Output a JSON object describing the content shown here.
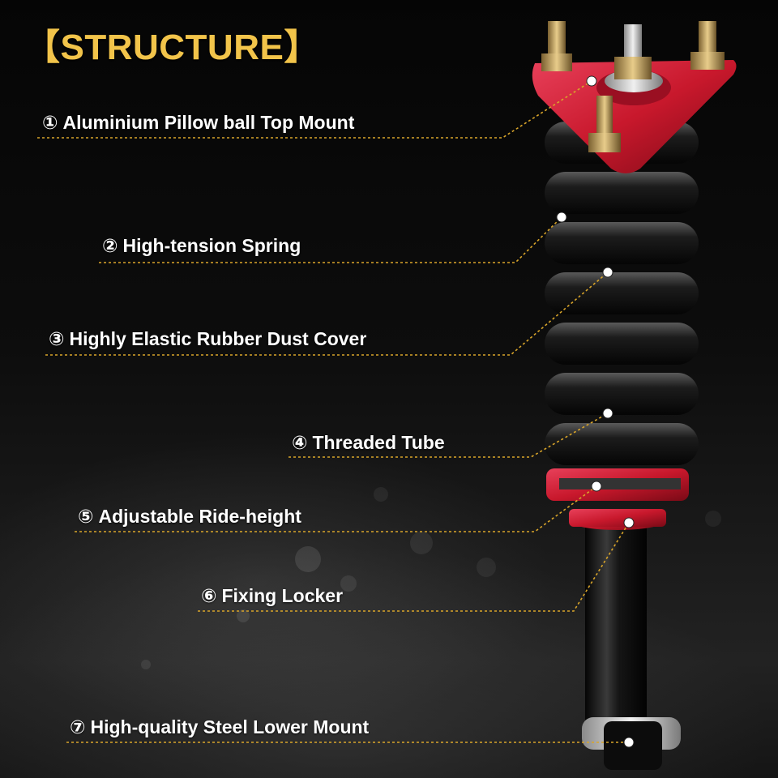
{
  "title": {
    "open_bracket": "【",
    "text": "STRUCTURE",
    "close_bracket": "】"
  },
  "colors": {
    "title": "#f2c44a",
    "label_text": "#ffffff",
    "leader_line": "#d9a52a",
    "mount_red": "#c8182c",
    "spring_black": "#111111"
  },
  "labels": [
    {
      "number": "①",
      "text": "Aluminium Pillow ball Top Mount"
    },
    {
      "number": "②",
      "text": "High-tension Spring"
    },
    {
      "number": "③",
      "text": "Highly Elastic Rubber Dust Cover"
    },
    {
      "number": "④",
      "text": "Threaded Tube"
    },
    {
      "number": "⑤",
      "text": "Adjustable Ride-height"
    },
    {
      "number": "⑥",
      "text": "Fixing Locker"
    },
    {
      "number": "⑦",
      "text": "High-quality Steel Lower Mount"
    }
  ]
}
